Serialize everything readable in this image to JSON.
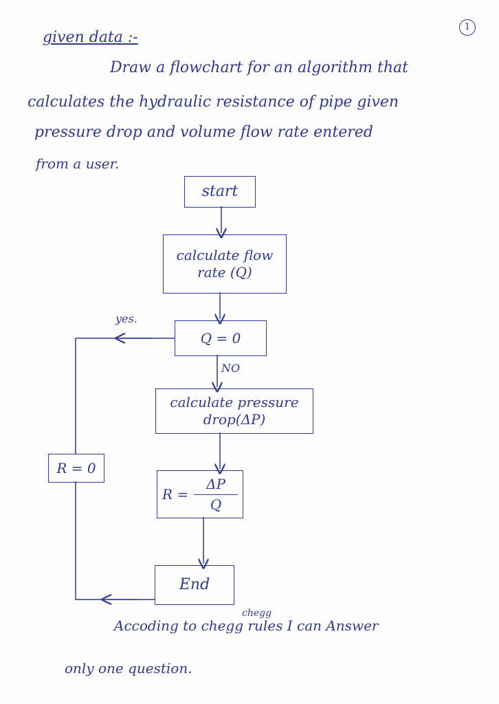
{
  "page": {
    "number": "1"
  },
  "heading": "given data :-",
  "question": {
    "line1": "Draw a flowchart for an algorithm that",
    "line2": "calculates the hydraulic resistance of pipe given",
    "line3": "pressure drop and volume flow rate entered",
    "line4": "from a user."
  },
  "flowchart": {
    "start": "start",
    "calc_flow": "calculate flow rate (Q)",
    "decision": "Q = 0",
    "yes_label": "yes.",
    "no_label": "NO",
    "calc_pressure": "calculate pressure drop(ΔP)",
    "r_label": "R =",
    "r_numerator": "ΔP",
    "r_denominator": "Q",
    "r_zero": "R = 0",
    "end": "End"
  },
  "footer": {
    "line1": "Accoding to chegg rules I can Answer",
    "chegg_note": "chegg",
    "line2": "only one question."
  }
}
